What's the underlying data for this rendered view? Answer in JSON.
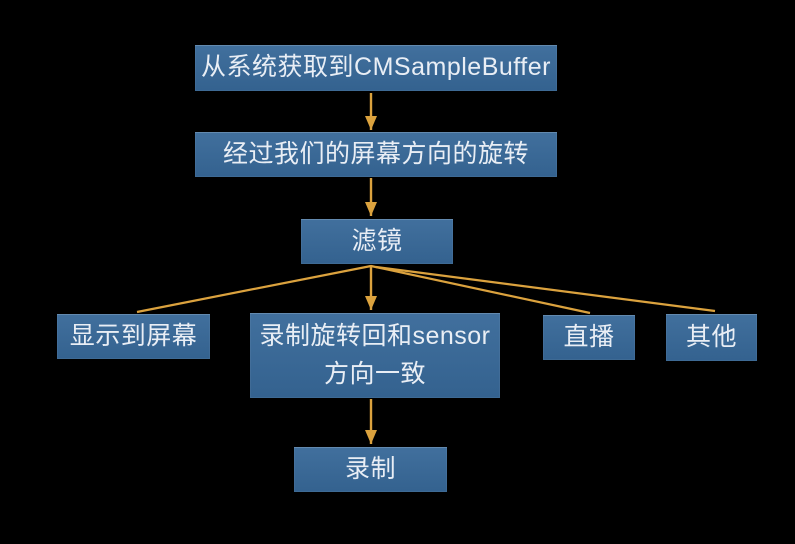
{
  "colors": {
    "background": "#000000",
    "node_fill": "#376898",
    "node_text": "#e9eef5",
    "arrow": "#dba23e"
  },
  "diagram": {
    "type": "flowchart",
    "nodes": [
      {
        "id": "source",
        "label": "从系统获取到CMSampleBuffer"
      },
      {
        "id": "rotation",
        "label": "经过我们的屏幕方向的旋转"
      },
      {
        "id": "filter",
        "label": "滤镜"
      },
      {
        "id": "display",
        "label": "显示到屏幕"
      },
      {
        "id": "record-rotate",
        "label": "录制旋转回和sensor\n方向一致"
      },
      {
        "id": "live",
        "label": "直播"
      },
      {
        "id": "other",
        "label": "其他"
      },
      {
        "id": "record",
        "label": "录制"
      }
    ],
    "edges": [
      {
        "from": "source",
        "to": "rotation",
        "arrowhead": true
      },
      {
        "from": "rotation",
        "to": "filter",
        "arrowhead": true
      },
      {
        "from": "filter",
        "to": "display",
        "arrowhead": false
      },
      {
        "from": "filter",
        "to": "record-rotate",
        "arrowhead": true
      },
      {
        "from": "filter",
        "to": "live",
        "arrowhead": false
      },
      {
        "from": "filter",
        "to": "other",
        "arrowhead": false
      },
      {
        "from": "record-rotate",
        "to": "record",
        "arrowhead": true
      }
    ]
  }
}
